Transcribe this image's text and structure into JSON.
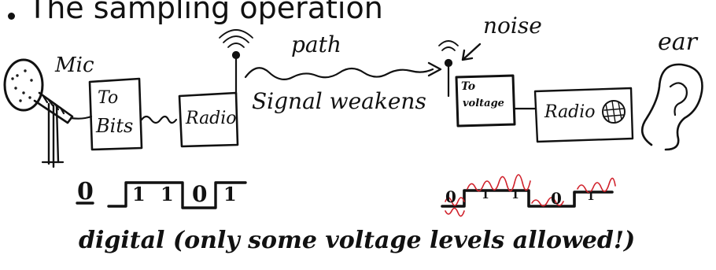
{
  "slide": {
    "bullet": "The sampling operation"
  },
  "diagram": {
    "labels": {
      "mic": "Mic",
      "to_bits_line1": "To",
      "to_bits_line2": "Bits",
      "radio_tx": "Radio",
      "path": "path",
      "signal_weakens": "Signal weakens",
      "noise": "noise",
      "to_voltage_line1": "To",
      "to_voltage_line2": "voltage",
      "radio_rx": "Radio",
      "ear": "ear"
    },
    "bits_left": [
      "0",
      "1",
      "1",
      "0",
      "1"
    ],
    "bits_right": [
      "0",
      "1",
      "1",
      "0",
      "1"
    ],
    "caption": "digital (only some voltage levels allowed!)"
  },
  "colors": {
    "ink": "#111111",
    "noise_ink": "#d0202a"
  }
}
